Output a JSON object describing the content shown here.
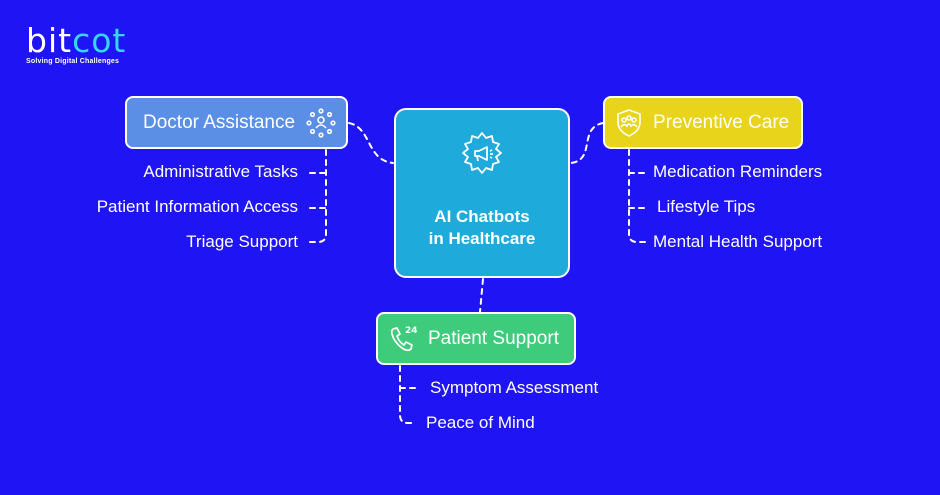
{
  "brand": {
    "name_part1": "bit",
    "name_part2": "cot",
    "tagline": "Solving Digital Challenges",
    "accent_color": "#35d7f0"
  },
  "background_color": "#1f14f3",
  "center": {
    "title_line1": "AI Chatbots",
    "title_line2": "in Healthcare",
    "icon": "gear-megaphone-icon",
    "color": "#1eabdc"
  },
  "branches": {
    "doctor": {
      "title": "Doctor Assistance",
      "icon": "network-people-icon",
      "color": "#5b8fe6",
      "items": [
        "Administrative Tasks",
        "Patient Information Access",
        "Triage Support"
      ]
    },
    "preventive": {
      "title": "Preventive Care",
      "icon": "shield-people-icon",
      "color": "#e8d41a",
      "items": [
        "Medication Reminders",
        "Lifestyle Tips",
        "Mental Health Support"
      ]
    },
    "patient": {
      "title": "Patient Support",
      "icon": "phone-24-icon",
      "color": "#3fcb7c",
      "items": [
        "Symptom Assessment",
        "Peace of Mind"
      ]
    }
  }
}
